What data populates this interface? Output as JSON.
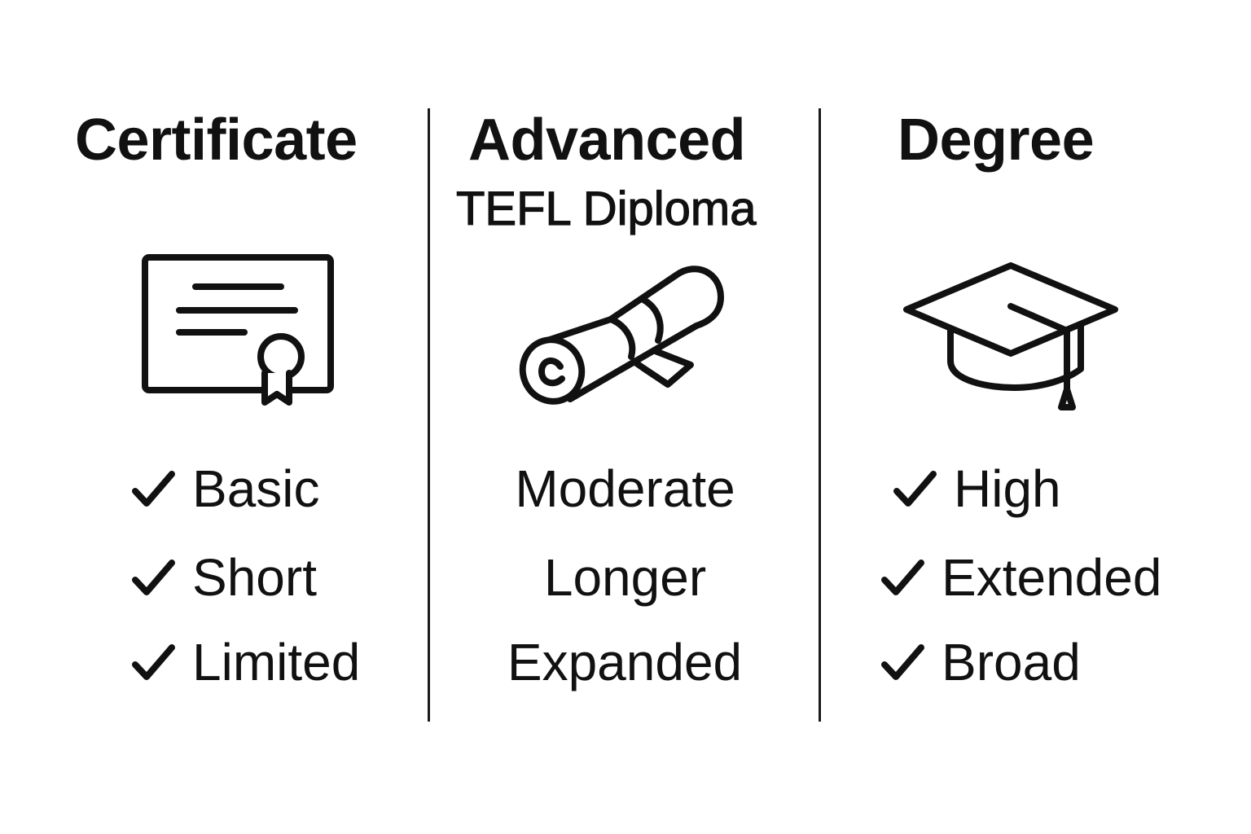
{
  "columns": [
    {
      "title": "Certificate",
      "subtitle": "",
      "icon": "certificate-icon",
      "items": [
        {
          "label": "Basic",
          "checked": true
        },
        {
          "label": "Short",
          "checked": true
        },
        {
          "label": "Limited",
          "checked": true
        }
      ]
    },
    {
      "title": "Advanced",
      "subtitle": "TEFL Diploma",
      "icon": "diploma-scroll-icon",
      "items": [
        {
          "label": "Moderate",
          "checked": false
        },
        {
          "label": "Longer",
          "checked": false
        },
        {
          "label": "Expanded",
          "checked": false
        }
      ]
    },
    {
      "title": "Degree",
      "subtitle": "",
      "icon": "graduation-cap-icon",
      "items": [
        {
          "label": "High",
          "checked": true
        },
        {
          "label": "Extended",
          "checked": true
        },
        {
          "label": "Broad",
          "checked": true
        }
      ]
    }
  ],
  "colors": {
    "background": "#ffffff",
    "ink": "#111111"
  }
}
